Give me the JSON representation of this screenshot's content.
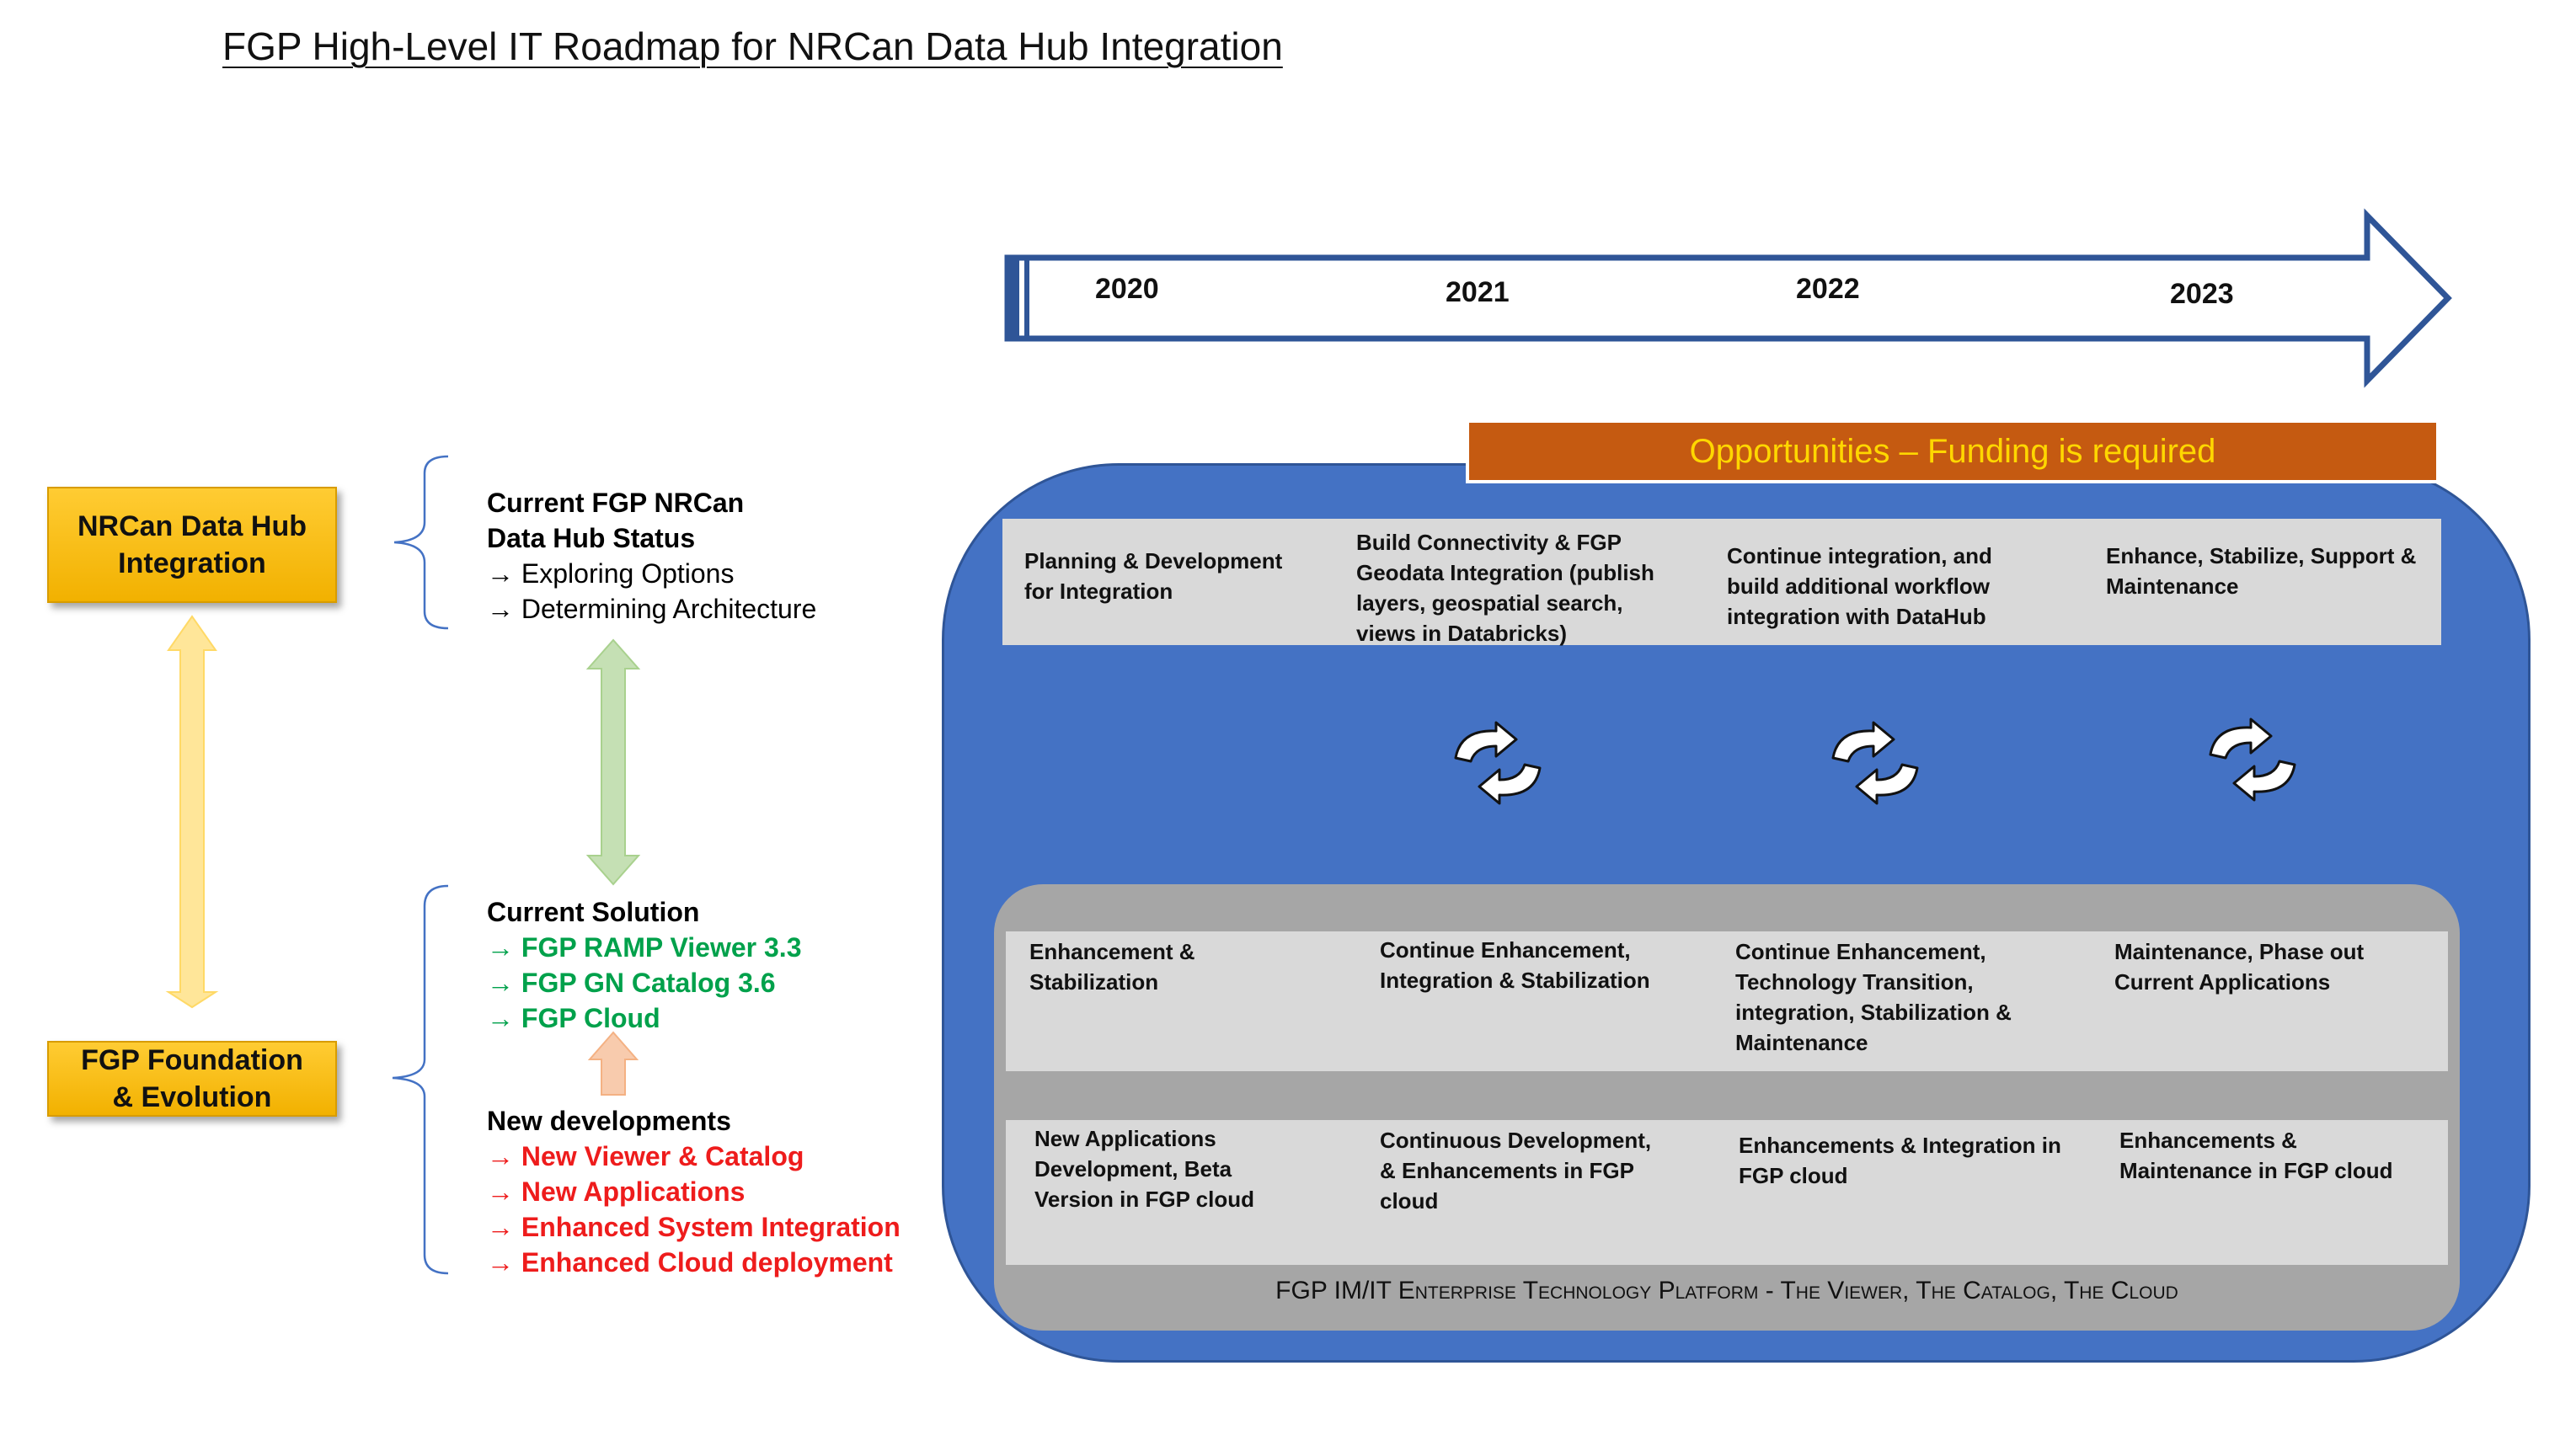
{
  "title": "FGP High-Level IT Roadmap for NRCan Data Hub Integration",
  "left_boxes": {
    "datahub": [
      "NRCan Data Hub",
      "Integration"
    ],
    "foundation": [
      "FGP Foundation",
      "& Evolution"
    ]
  },
  "status": {
    "heading_1": "Current FGP NRCan",
    "heading_2": "Data Hub Status",
    "items": [
      "→ Exploring Options",
      "→ Determining Architecture"
    ]
  },
  "current_solution": {
    "heading": "Current Solution",
    "items": [
      "→ FGP RAMP Viewer 3.3",
      "→ FGP GN Catalog 3.6",
      "→ FGP Cloud"
    ]
  },
  "new_developments": {
    "heading": "New developments",
    "items": [
      "→ New Viewer & Catalog",
      "→ New Applications",
      "→ Enhanced System Integration",
      "→ Enhanced Cloud deployment"
    ]
  },
  "timeline": {
    "years": [
      "2020",
      "2021",
      "2022",
      "2023"
    ]
  },
  "opportunities": {
    "banner": "Opportunities – Funding is required",
    "cells": [
      [
        "Planning & Development",
        "for Integration"
      ],
      [
        "Build Connectivity & FGP",
        "Geodata Integration (publish",
        "layers, geospatial search,",
        "views in Databricks)"
      ],
      [
        "Continue integration, and",
        "build additional workflow",
        "integration with DataHub"
      ],
      [
        "Enhance, Stabilize, Support &",
        "Maintenance"
      ]
    ]
  },
  "enhancement_row": {
    "cells": [
      [
        "Enhancement &",
        "Stabilization"
      ],
      [
        "Continue Enhancement,",
        "Integration & Stabilization"
      ],
      [
        "Continue Enhancement,",
        "Technology Transition,",
        "integration, Stabilization &",
        "Maintenance"
      ],
      [
        "Maintenance, Phase out",
        "Current Applications"
      ]
    ]
  },
  "new_app_row": {
    "cells": [
      [
        "New Applications",
        "Development, Beta",
        "Version in FGP cloud"
      ],
      [
        "Continuous Development,",
        "& Enhancements in FGP",
        "cloud"
      ],
      [
        "Enhancements & Integration in",
        "FGP cloud"
      ],
      [
        "Enhancements &",
        "Maintenance  in FGP cloud"
      ]
    ]
  },
  "platform_label": "FGP IM/IT Enterprise Technology Platform - The Viewer, The Catalog, The Cloud",
  "colors": {
    "panel_blue": "#4472c4",
    "banner_orange": "#c55a11",
    "banner_text": "#ffd700",
    "gold_box": "#ffcc33",
    "green_text": "#00a14b",
    "red_text": "#ee1c1c",
    "timeline_arrow": "#2f5597"
  },
  "icons": [
    "cycle-arrows-icon",
    "cycle-arrows-icon",
    "cycle-arrows-icon"
  ]
}
